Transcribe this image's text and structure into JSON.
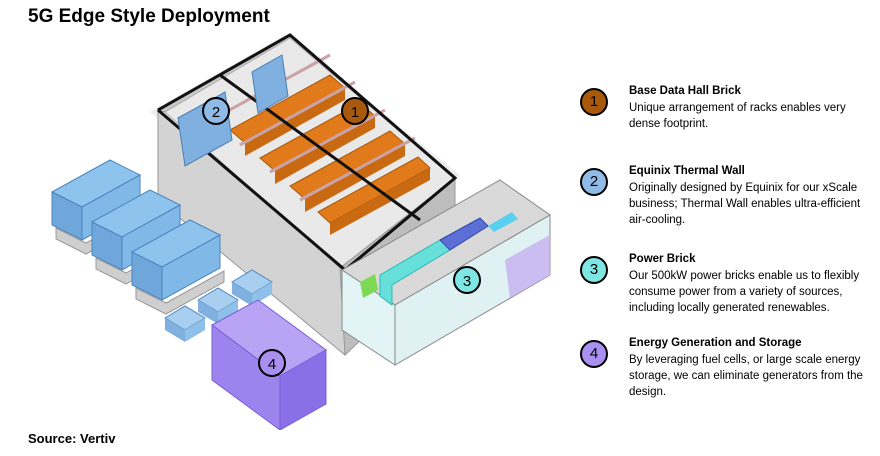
{
  "title": "5G Edge Style Deployment",
  "source": "Source: Vertiv",
  "diagram_markers": [
    "1",
    "2",
    "3",
    "4"
  ],
  "legend": [
    {
      "num": "1",
      "color": "#a8590c",
      "title": "Base Data Hall Brick",
      "desc": "Unique arrangement of racks enables very dense footprint."
    },
    {
      "num": "2",
      "color": "#8fbbe6",
      "title": "Equinix Thermal Wall",
      "desc": "Originally designed by Equinix for our xScale business; Thermal Wall enables ultra-efficient air-cooling."
    },
    {
      "num": "3",
      "color": "#7ee6e3",
      "title": "Power Brick",
      "desc": "Our 500kW power bricks enable us to flexibly consume power from a variety of sources, including locally generated renewables."
    },
    {
      "num": "4",
      "color": "#a98ff0",
      "title": "Energy Generation and Storage",
      "desc": "By leveraging fuel cells, or large scale energy storage, we can eliminate generators from the design."
    }
  ]
}
